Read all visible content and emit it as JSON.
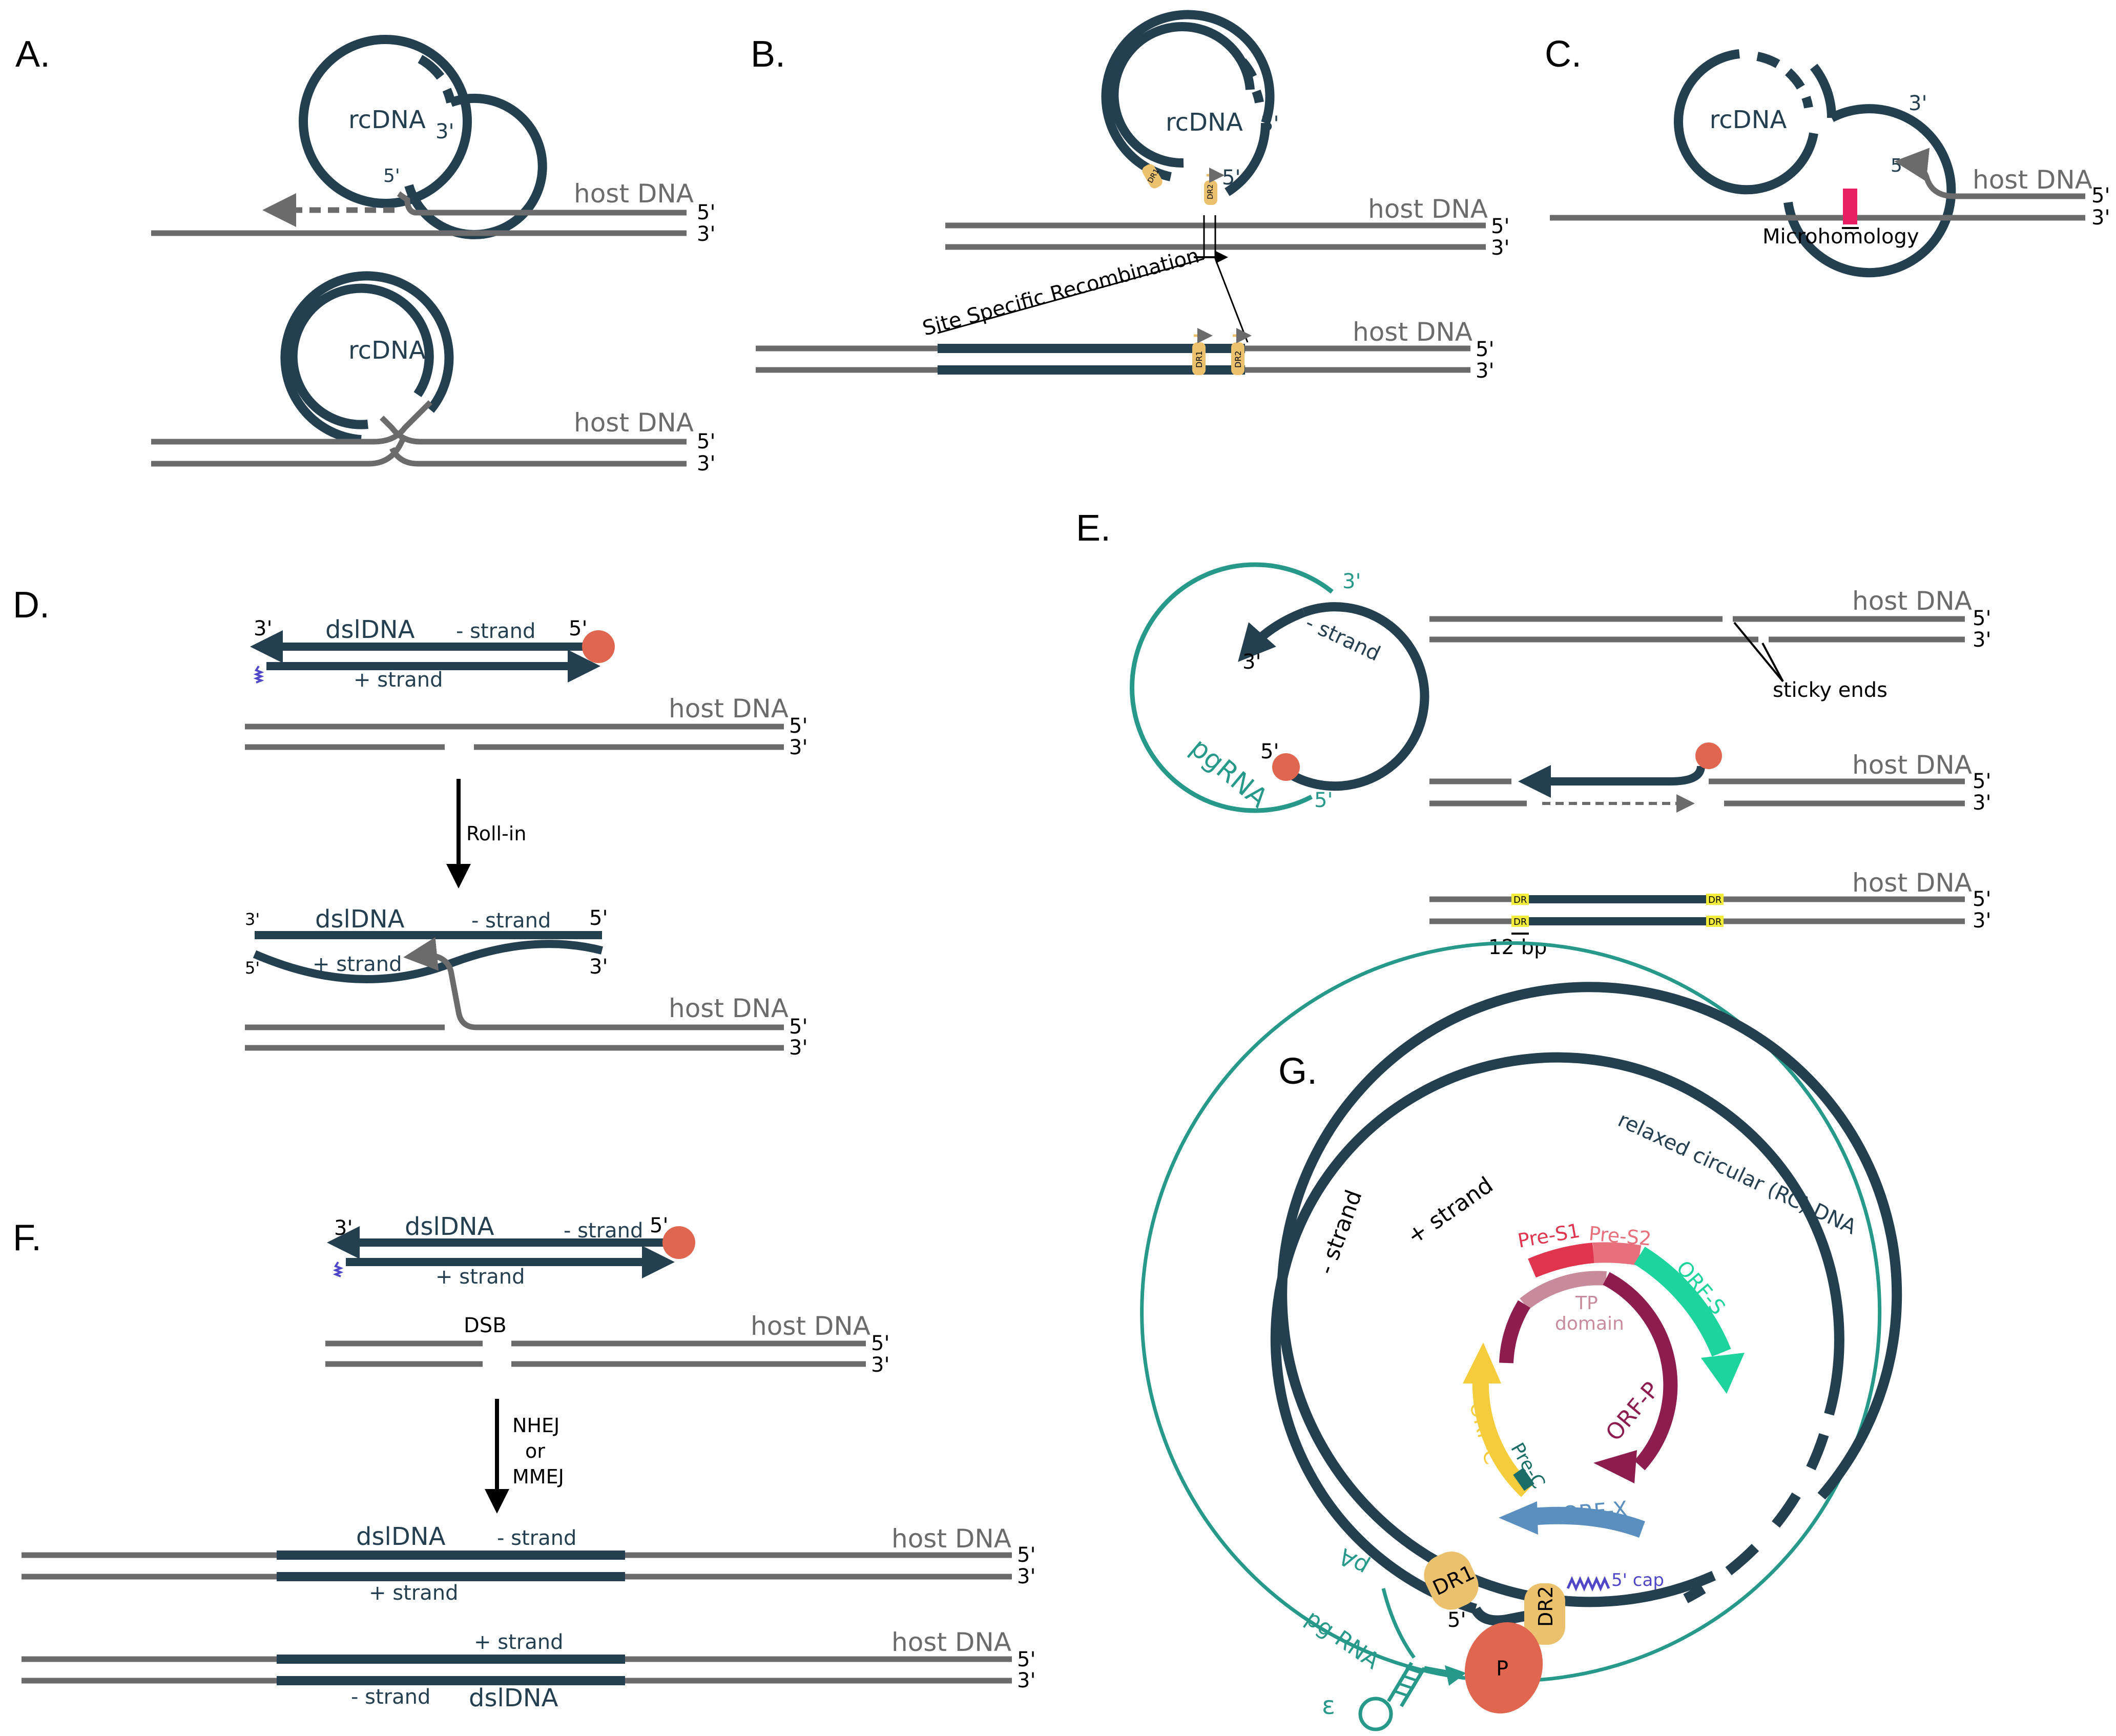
{
  "colors": {
    "viral_dna": "#243f50",
    "host_dna": "#6b6b6b",
    "pgrna": "#26998a",
    "terminal_protein": "#e0664f",
    "dr_box": "#ecc16e",
    "dr_small": "#f4ec3a",
    "microhomology": "#e81e63",
    "cap": "#5046c8",
    "pre_s1": "#e0344f",
    "pre_s2": "#e8707c",
    "orf_s": "#1cd49c",
    "orf_p": "#8e1d4f",
    "tp_domain": "#c88b9c",
    "orf_c": "#f5cd3c",
    "pre_c": "#1b6e67",
    "orf_x": "#5b8fbf"
  },
  "labels": {
    "panel_a": "A.",
    "panel_b": "B.",
    "panel_c": "C.",
    "panel_d": "D.",
    "panel_e": "E.",
    "panel_f": "F.",
    "panel_g": "G.",
    "rcdna": "rcDNA",
    "host_dna": "host DNA",
    "five_prime": "5'",
    "three_prime": "3'",
    "dr1": "DR1",
    "dr2": "DR2",
    "dr": "DR",
    "site_specific": "Site Specific Recombination",
    "microhomology": "Microhomology",
    "dsldna": "dslDNA",
    "minus_strand": "- strand",
    "plus_strand": "+ strand",
    "roll_in": "Roll-in",
    "pgrna": "pgRNA",
    "sticky_ends": "sticky ends",
    "twelve_bp": "12 bp",
    "dsb": "DSB",
    "nhej": "NHEJ",
    "or": "or",
    "mmej": "MMEJ",
    "rc_dna": "relaxed circular (RC) DNA",
    "pre_s1": "Pre-S1",
    "pre_s2": "Pre-S2",
    "orf_s": "ORF-S",
    "tp_domain_1": "TP",
    "tp_domain_2": "domain",
    "orf_p": "ORF-P",
    "orf_c": "ORF-C",
    "pre_c": "Pre-C",
    "orf_x": "ORF-X",
    "cap": "5' cap",
    "p": "P",
    "pa": "pA",
    "pg_rna": "pg RNA",
    "epsilon": "ε"
  }
}
